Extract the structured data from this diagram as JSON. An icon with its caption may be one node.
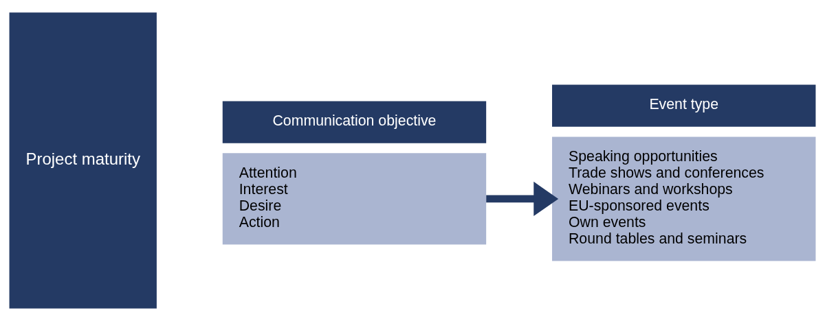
{
  "diagram": {
    "nodes": [
      {
        "text": [
          "Project maturity"
        ]
      },
      {
        "text": [
          "Communication objective"
        ]
      },
      {
        "text": [
          "Attention",
          "Interest",
          "Desire",
          "Action"
        ]
      },
      {
        "text": [
          "Event type"
        ]
      },
      {
        "text": [
          "Speaking opportunities",
          "Trade shows and conferences",
          "Webinars and workshops",
          "EU-sponsored events",
          "Own events",
          "Round tables and seminars"
        ]
      }
    ],
    "edges": [
      {
        "from": 2,
        "to": 4,
        "arrow": "to"
      }
    ]
  }
}
